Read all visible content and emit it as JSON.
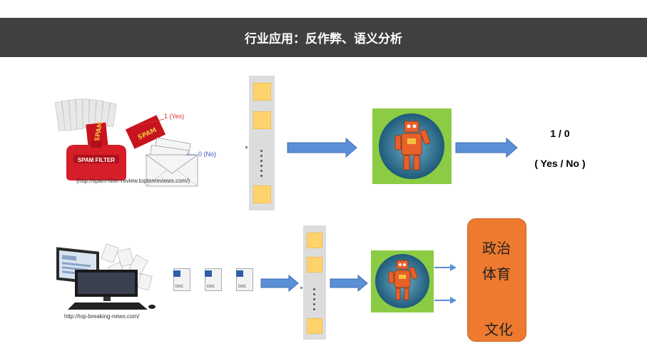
{
  "header": {
    "title": "行业应用：反作弊、语义分析"
  },
  "spam": {
    "yes_label": "1 (Yes)",
    "no_label": "0 (No)",
    "filter_label": "SPAM FILTER",
    "spam_text": "SPAM",
    "source": "(http://spam-filter-review.toptenreviews.com/)"
  },
  "output": {
    "value": "1 / 0",
    "meaning": "( Yes / No )"
  },
  "news": {
    "source": "http://top-breaking-news.com/",
    "doc_label": "DOC",
    "doc_icon_letter": "W"
  },
  "categories": [
    "政治",
    "体育",
    "文化"
  ],
  "colors": {
    "header_bg": "#404040",
    "arrow": "#5b8fd6",
    "cell": "#ffd36b",
    "strip": "#dcdcdc",
    "robot_bg": "#8ccc44",
    "category_box": "#ee7a2f"
  }
}
